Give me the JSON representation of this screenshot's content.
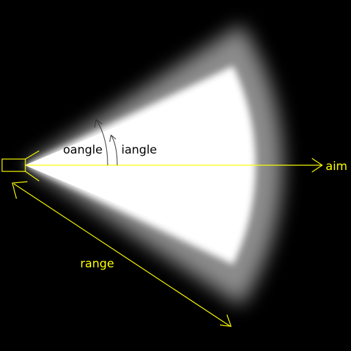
{
  "labels": {
    "outer_angle": "oangle",
    "inner_angle": "iangle",
    "aim": "aim",
    "range": "range"
  },
  "colors": {
    "background": "#000000",
    "beam": "#ffffff",
    "axis": "#ffff00",
    "dark_label": "#000000",
    "arc": "#333333"
  },
  "icons": {
    "source": "spotlight-source-icon"
  }
}
